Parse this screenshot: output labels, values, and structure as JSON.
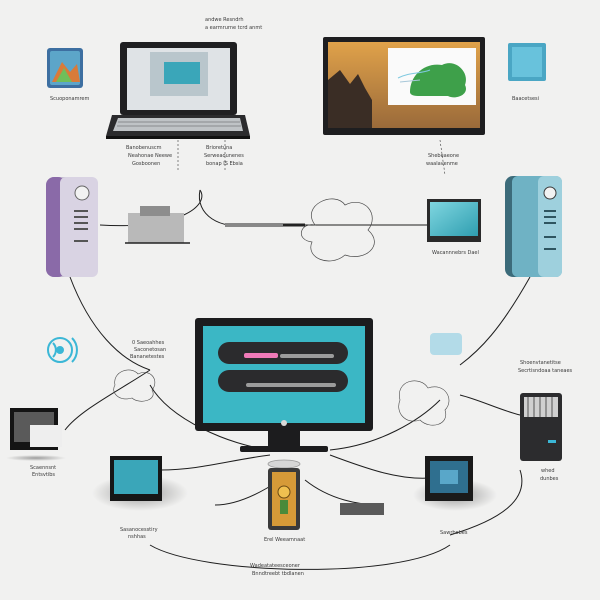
{
  "labels": {
    "top_caption_1": "andwe Resndrh",
    "top_caption_2": "a earmrurne tcrd anmt",
    "left_app_caption": "Scuoponamrem",
    "laptop_caption_1": "Banobenuscm",
    "laptop_caption_2": "Neahonae Neewe",
    "laptop_caption_3": "Gosboonen",
    "laptop_caption_4": "Brioretuna",
    "laptop_caption_5": "Serweaounenes",
    "laptop_caption_6": "bonap IS Ebsia",
    "right_app_caption": "Baacetsesi",
    "tv_caption_1": "Shebeaeone",
    "tv_caption_2": "waalavenme",
    "monitor_mid_caption": "Wacannnebrs Dael",
    "left_note_1": "0 Saeoahhes",
    "left_note_2": "Saconetosan",
    "left_note_3": "Bananetestes",
    "right_note_1": "Shoenvtanetitse",
    "right_note_2": "Secrtisndoaa taneaes",
    "left_device_caption_1": "Scaennsnt",
    "left_device_caption_2": "Entsvtibs",
    "bottom_left_caption_1": "Sasanocesstiry",
    "bottom_left_caption_2": "nshhas",
    "bottom_center_caption": "Erel Weeamnaat",
    "bottom_right_caption": "Sawrbebes",
    "right_device_caption_1": "whed",
    "right_device_caption_2": "dunbes",
    "footer_caption_1": "Wadeatateesceoner",
    "footer_caption_2": "Bnndtreebt tbdlanen"
  },
  "icons": {
    "app_icon_left": "app-tile-icon",
    "app_icon_right": "app-tile-icon",
    "wifi": "wifi-signal-icon",
    "cloud": "cloud-icon"
  },
  "colors": {
    "teal_screen": "#3bb7c5",
    "purple_tower": "#8a6aa8",
    "cyan_tower": "#6fb2c4",
    "dark_device": "#2c2c2e",
    "background": "#f1f1f0"
  }
}
